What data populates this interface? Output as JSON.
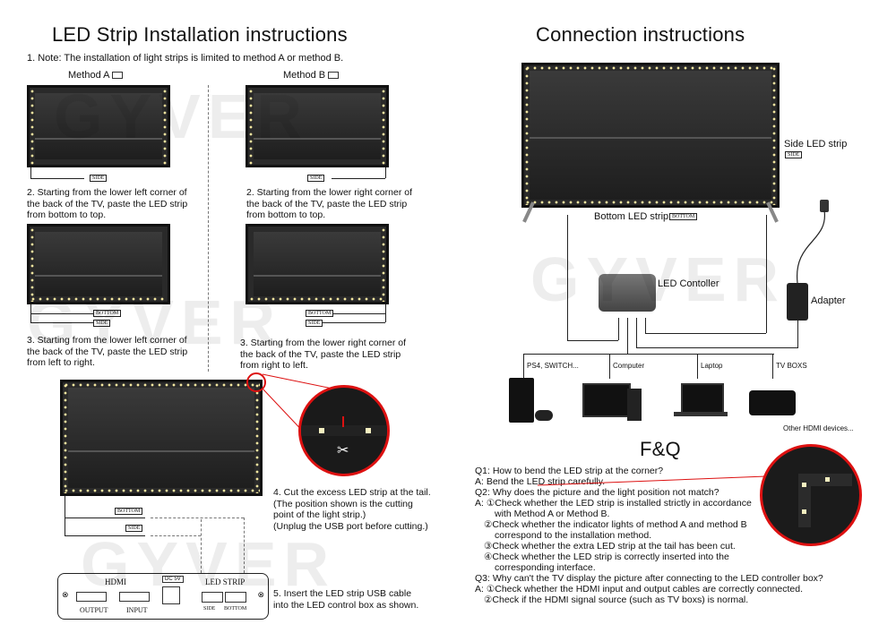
{
  "left": {
    "title": "LED Strip Installation instructions",
    "note": "1. Note: The installation of light strips is limited to method A or method B.",
    "method_a": "Method A",
    "method_b": "Method B",
    "step2a": [
      "2. Starting from the lower left corner of",
      "the back of the TV, paste the LED strip",
      "from bottom to top."
    ],
    "step2b": [
      "2. Starting from the lower right corner of",
      "the back of the TV, paste the LED strip",
      "from bottom to top."
    ],
    "step3a": [
      "3. Starting from the lower left corner of",
      "the back of the TV, paste the LED strip",
      "from left to right."
    ],
    "step3b": [
      "3. Starting from the lower right corner of",
      "the back of the TV, paste the LED strip",
      "from right to left."
    ],
    "step4": [
      "4. Cut the excess LED strip at the tail.",
      "(The position shown is the cutting",
      "point of the light strip.)",
      "(Unplug the USB port before cutting.)"
    ],
    "step5": [
      "5. Insert the LED strip USB cable",
      "into the LED control box as shown."
    ],
    "tags": {
      "side": "SIDE",
      "bottom": "BOTTOM"
    },
    "controlbox": {
      "hdmi": "HDMI",
      "output": "OUTPUT",
      "input": "INPUT",
      "dc": "DC 5V",
      "ledstrip": "LED STRIP",
      "side": "SIDE",
      "bottom": "BOTTOM"
    }
  },
  "right": {
    "title": "Connection instructions",
    "side_strip": "Side LED strip",
    "bottom_strip": "Bottom LED strip",
    "controller": "LED Contoller",
    "adapter": "Adapter",
    "devices": [
      "PS4, SWITCH...",
      "Computer",
      "Laptop",
      "TV BOXS"
    ],
    "other": "Other HDMI devices...",
    "faq_title": "F&Q",
    "faq": [
      "Q1: How to bend the LED strip at the corner?",
      "A: Bend the LED strip carefully.",
      "Q2: Why does the picture and the light position not match?",
      "A: ①Check whether the LED strip is installed strictly in accordance",
      "with Method A or Method B.",
      "②Check whether the indicator lights of method A and method B",
      "correspond to the installation method.",
      "③Check whether the extra LED strip at the tail has been cut.",
      "④Check whether the LED strip is correctly inserted into the",
      "corresponding interface.",
      "Q3: Why can't the TV display the picture after connecting to the LED controller box?",
      "A: ①Check whether the HDMI input and output cables are correctly connected.",
      "②Check if the HDMI signal source (such as TV boxs) is normal."
    ]
  },
  "watermark": "GYVER"
}
